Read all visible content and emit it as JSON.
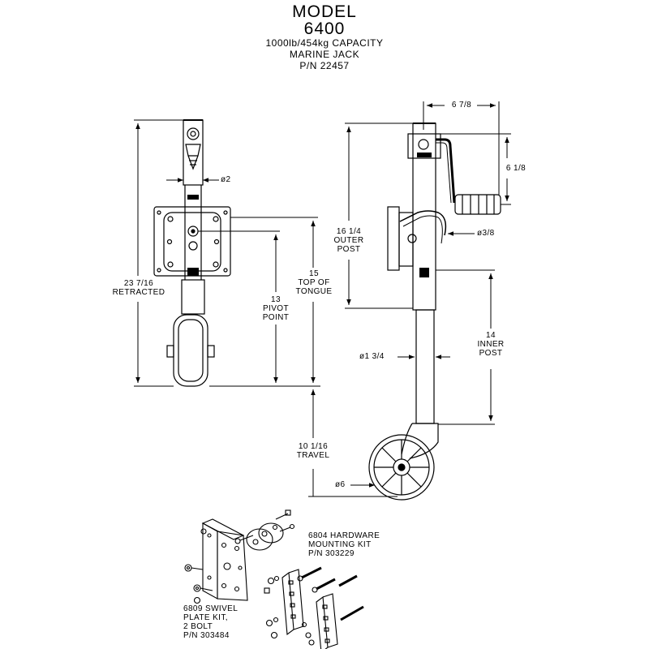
{
  "header": {
    "model_label": "MODEL",
    "model_number": "6400",
    "capacity": "1000lb/454kg CAPACITY",
    "product_type": "MARINE JACK",
    "part_number": "P/N 22457"
  },
  "dimensions": {
    "retracted": "23 7/16\nRETRACTED",
    "shaft_dia": "ø2",
    "top_of_tongue": "15\nTOP OF\nTONGUE",
    "pivot_point": "13\nPIVOT\nPOINT",
    "handle_width": "6 7/8",
    "handle_height": "6 1/8",
    "outer_post": "16 1/4\nOUTER\nPOST",
    "pin_dia": "ø3/8",
    "inner_post_dia": "ø1 3/4",
    "inner_post": "14\nINNER\nPOST",
    "travel": "10 1/16\nTRAVEL",
    "wheel_dia": "ø6"
  },
  "kits": {
    "hardware_kit": "6804 HARDWARE\nMOUNTING KIT\nP/N 303229",
    "swivel_kit": "6809 SWIVEL\nPLATE KIT,\n2 BOLT\nP/N 303484"
  }
}
